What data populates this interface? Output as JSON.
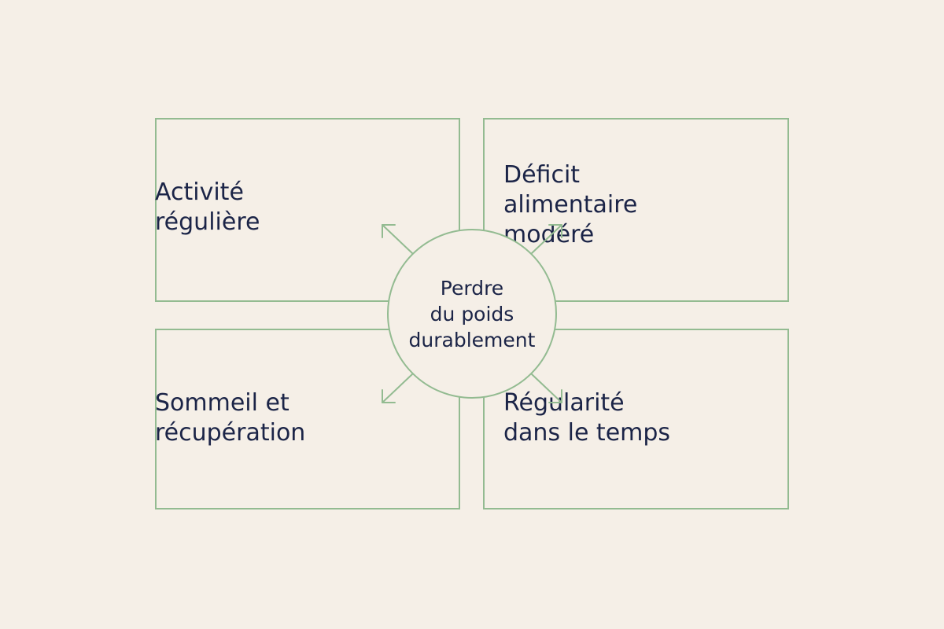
{
  "colors": {
    "background": "#f5efe7",
    "outline": "#93bb91",
    "text": "#1b2447"
  },
  "center": {
    "label": "Perdre\ndu poids\ndurablement"
  },
  "boxes": {
    "top_left": "Activité\nrégulière",
    "top_right": "Déficit\nalimentaire\nmodéré",
    "bottom_left": "Sommeil et\nrécupération",
    "bottom_right": "Régularité\ndans le temps"
  }
}
